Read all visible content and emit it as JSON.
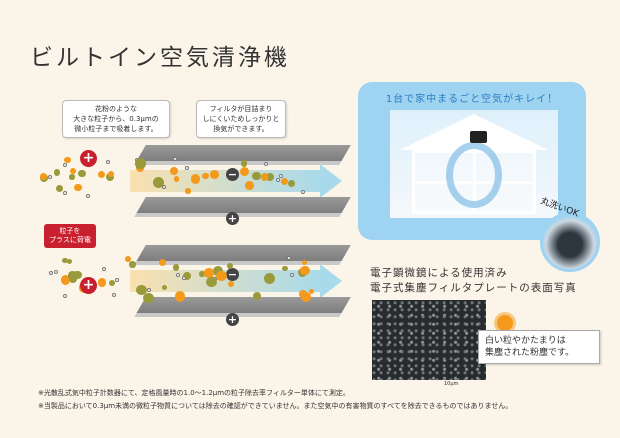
{
  "title": "ビルトイン空気清浄機",
  "callouts": [
    {
      "lines": [
        "花粉のような",
        "大きな粒子から、0.3μmの",
        "微小粒子まで吸着します。"
      ]
    },
    {
      "lines": [
        "フィルタが目詰まり",
        "しにくいためしっかりと",
        "換気ができます。"
      ]
    }
  ],
  "charge_label": [
    "粒子を",
    "プラスに荷電"
  ],
  "plate_signs": [
    "−",
    "+",
    "−",
    "+"
  ],
  "particle_sign": "+",
  "house_panel": {
    "title": "1台で家中まるごと空気がキレイ！",
    "wash_label": "丸洗いOK"
  },
  "sem": {
    "caption": [
      "電子顕微鏡による使用済み",
      "電子式集塵フィルタプレートの表面写真"
    ],
    "scale": "10μm",
    "callout": [
      "白い粒やかたまりは",
      "集塵された粉塵です。"
    ]
  },
  "footnotes": [
    "※光散乱式気中粒子計数器にて、定格風量時の1.0〜1.2μmの粒子除去率フィルター単体にて測定。",
    "※当製品において0.3μm未満の微粒子物質については除去の確認ができていません。また空気中の有害物質のすべてを除去できるものではありません。"
  ],
  "colors": {
    "background": "#fbf5e9",
    "accent_red": "#c8202f",
    "panel_blue": "#9fd3f2",
    "particle_orange": "#f39a1c"
  }
}
